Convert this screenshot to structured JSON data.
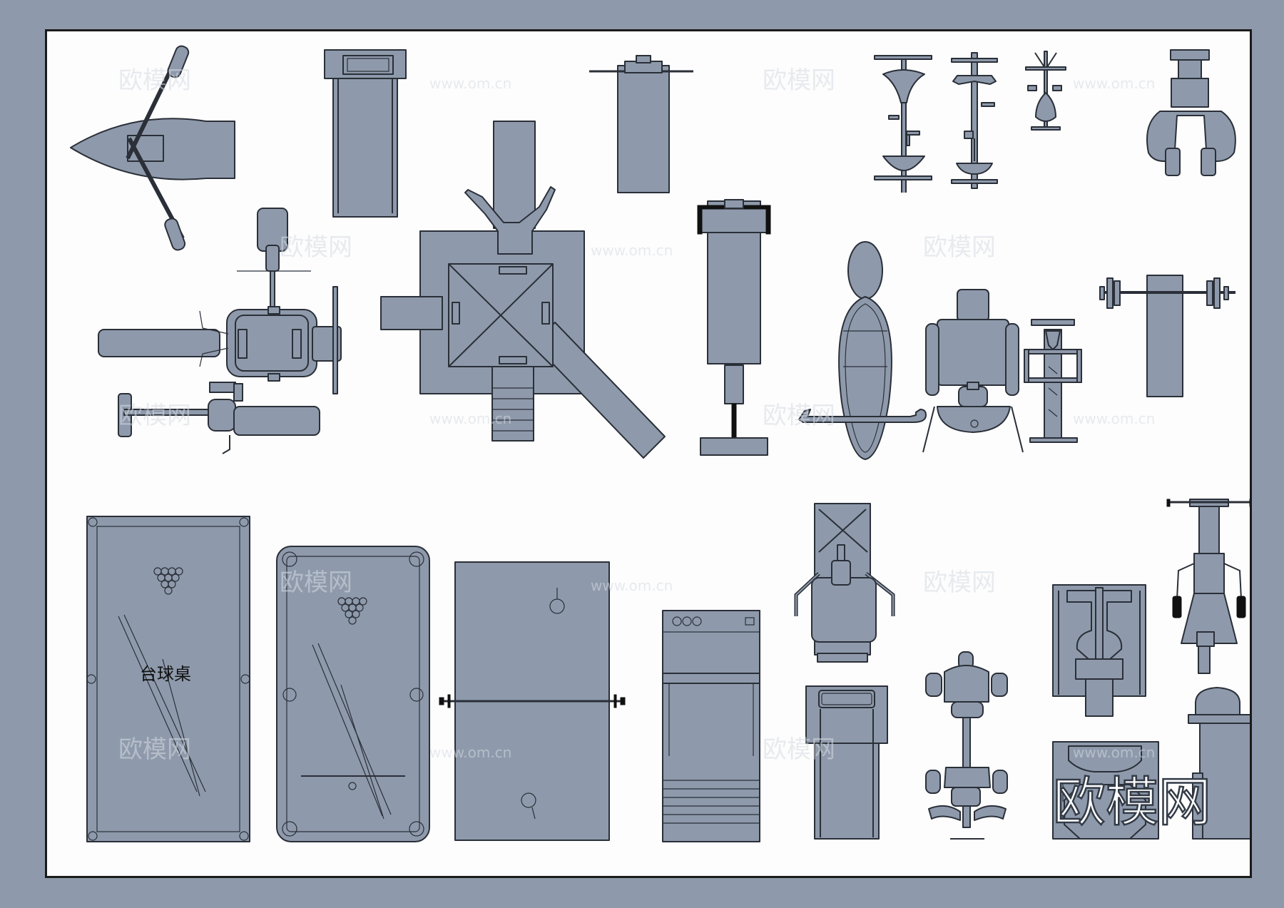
{
  "labels": {
    "billiard_table": "台球桌",
    "brand": "欧模网"
  },
  "watermark": {
    "text": "欧模网",
    "url": "www.om.cn"
  },
  "colors": {
    "background": "#8e9aab",
    "sheet": "#fdfdfd",
    "equipment_fill": "#8e9aab",
    "outline": "#2a2f38"
  }
}
